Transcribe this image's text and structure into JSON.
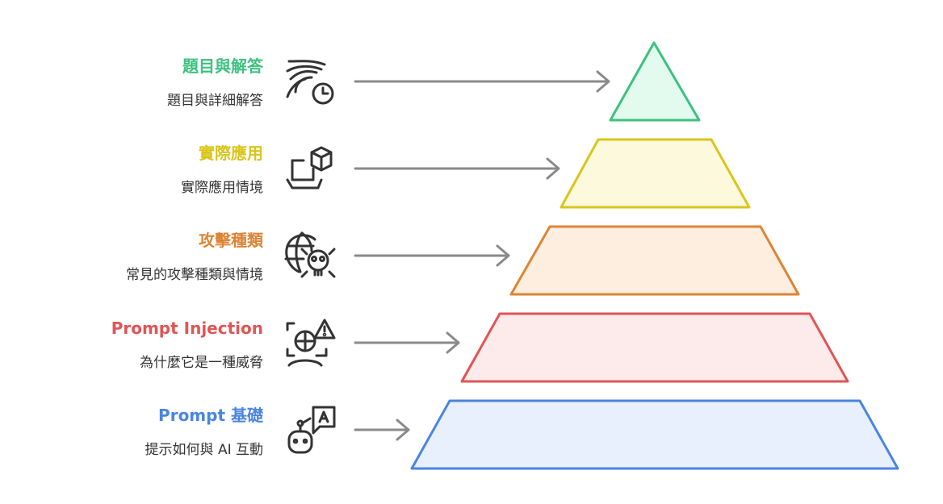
{
  "levels": [
    {
      "title": "題目與解答",
      "description": "題目與詳細解答",
      "icon": "wind-clock-icon",
      "stroke": "#3cc17f",
      "fill": "#e3fbef"
    },
    {
      "title": "實際應用",
      "description": "實際應用情境",
      "icon": "laptop-cube-icon",
      "stroke": "#d9c51a",
      "fill": "#fdf9dc"
    },
    {
      "title": "攻擊種類",
      "description": "常見的攻擊種類與情境",
      "icon": "globe-skull-icon",
      "stroke": "#dd8434",
      "fill": "#fdeedf"
    },
    {
      "title": "Prompt Injection",
      "description": "為什麼它是一種威脅",
      "icon": "globe-warning-icon",
      "stroke": "#e05555",
      "fill": "#fdeaea"
    },
    {
      "title": "Prompt 基礎",
      "description": "提示如何與 AI 互動",
      "icon": "robot-chat-icon",
      "stroke": "#4a85e0",
      "fill": "#e8f0fd"
    }
  ],
  "colors": {
    "arrow": "#8a8a8a",
    "icon": "#333333"
  }
}
